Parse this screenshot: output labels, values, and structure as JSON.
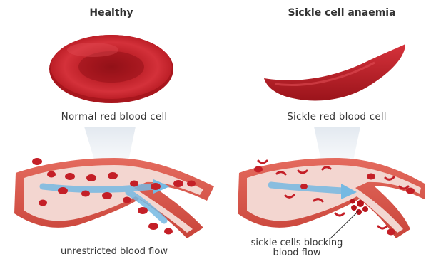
{
  "healthy": {
    "title": "Healthy",
    "cell_label": "Normal red blood cell",
    "flow_label": "unrestricted blood flow"
  },
  "sickle": {
    "title": "Sickle cell anaemia",
    "cell_label": "Sickle red blood cell",
    "flow_label_line1": "sickle cells blocking",
    "flow_label_line2": "blood flow"
  },
  "colors": {
    "cell_red": "#c8232b",
    "vessel_outer": "#d9574a",
    "vessel_inner": "#f2d2cc",
    "flow_arrow": "#6fb6df",
    "text": "#333333"
  }
}
